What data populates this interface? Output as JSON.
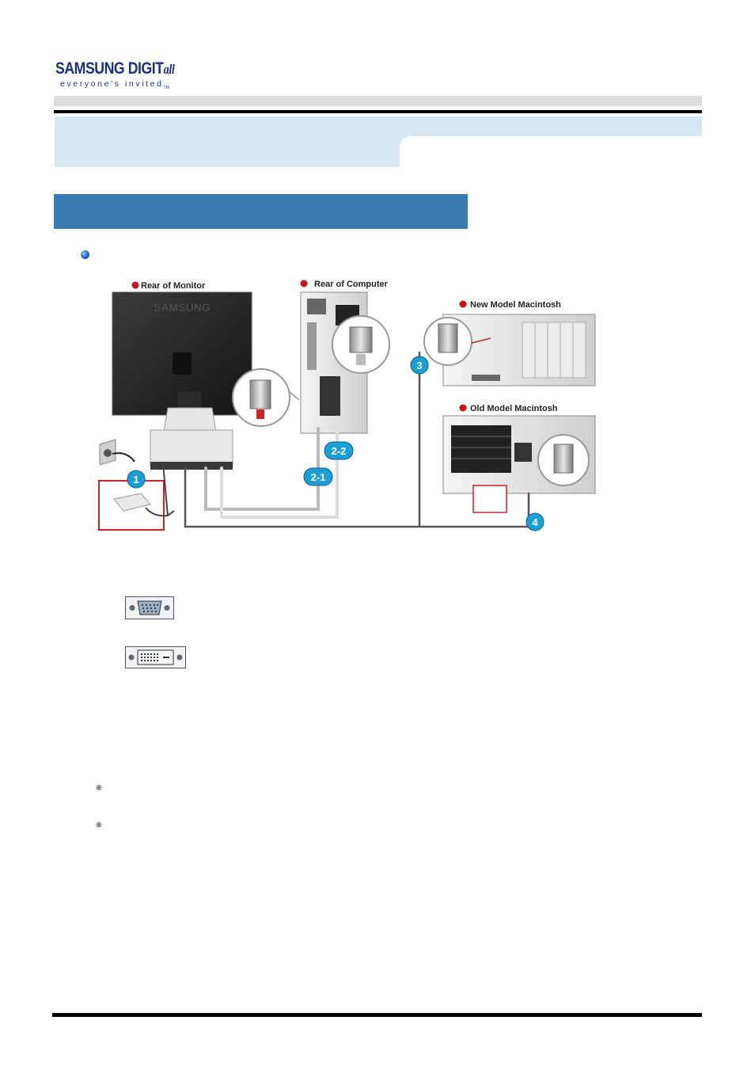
{
  "logo": {
    "brand": "SAMSUNG DIGIT",
    "brand_suffix": "all",
    "tagline": "everyone's invited",
    "tagline_mark": "TM"
  },
  "diagram": {
    "labels": {
      "rear_monitor": "Rear of Monitor",
      "rear_computer": "Rear of Computer",
      "new_mac": "New Model Macintosh",
      "old_mac": "Old Model Macintosh"
    },
    "callouts": [
      "1",
      "2-1",
      "2-2",
      "3",
      "4"
    ],
    "monitor_brand": "SAMSUNG"
  },
  "icons": {
    "section_bullet": "blue-ball-bullet-icon",
    "note_marker": "asterisk-note-icon",
    "port_1": "d-sub-port-icon",
    "port_2": "dvi-port-icon"
  },
  "colors": {
    "banner": "#d8e8f2",
    "section_bar": "#3a7caf",
    "label_dot": "#c0161b",
    "callout": "#1c9fd8"
  }
}
